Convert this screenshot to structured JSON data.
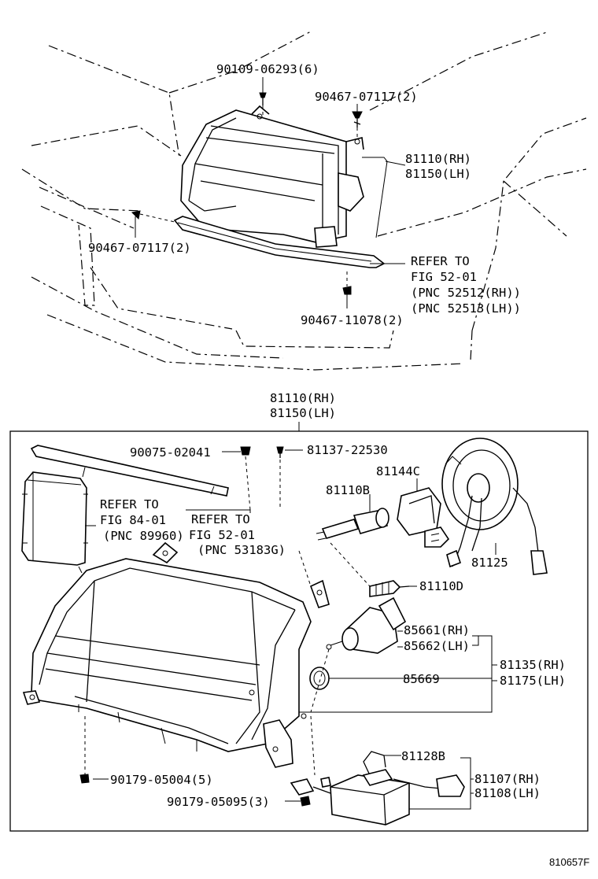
{
  "figure_id": "810657F",
  "top_section": {
    "bolt_a": "90109-06293(6)",
    "clip_b": "90467-07117(2)",
    "headlamp_rh": "81110(RH)",
    "headlamp_lh": "81150(LH)",
    "clip_c": "90467-07117(2)",
    "refer_line1": "REFER TO",
    "refer_line2": "FIG 52-01",
    "refer_line3": "(PNC 52512(RH))",
    "refer_line4": "(PNC 52513(LH))",
    "clip_d": "90467-11078(2)"
  },
  "assembly_header": {
    "rh": "81110(RH)",
    "lh": "81150(LH)"
  },
  "detail_section": {
    "nut": "90075-02041",
    "screw": "81137-22530",
    "socket": "81144C",
    "bulb": "81110B",
    "refer84_line1": "REFER TO",
    "refer84_line2": "FIG 84-01",
    "refer84_line3": "(PNC 89960)",
    "refer52_line1": "REFER TO",
    "refer52_line2": "FIG 52-01",
    "refer52_line3": "(PNC 53183G)",
    "cover": "81125",
    "adjuster": "81110D",
    "bulb_rh": "85661(RH)",
    "bulb_lh": "85662(LH)",
    "oring": "85669",
    "sub_rh": "81135(RH)",
    "sub_lh": "81175(LH)",
    "screw_bottom": "90179-05004(5)",
    "cable": "81128B",
    "ballast_rh": "81107(RH)",
    "ballast_lh": "81108(LH)",
    "screw_ballast": "90179-05095(3)"
  }
}
